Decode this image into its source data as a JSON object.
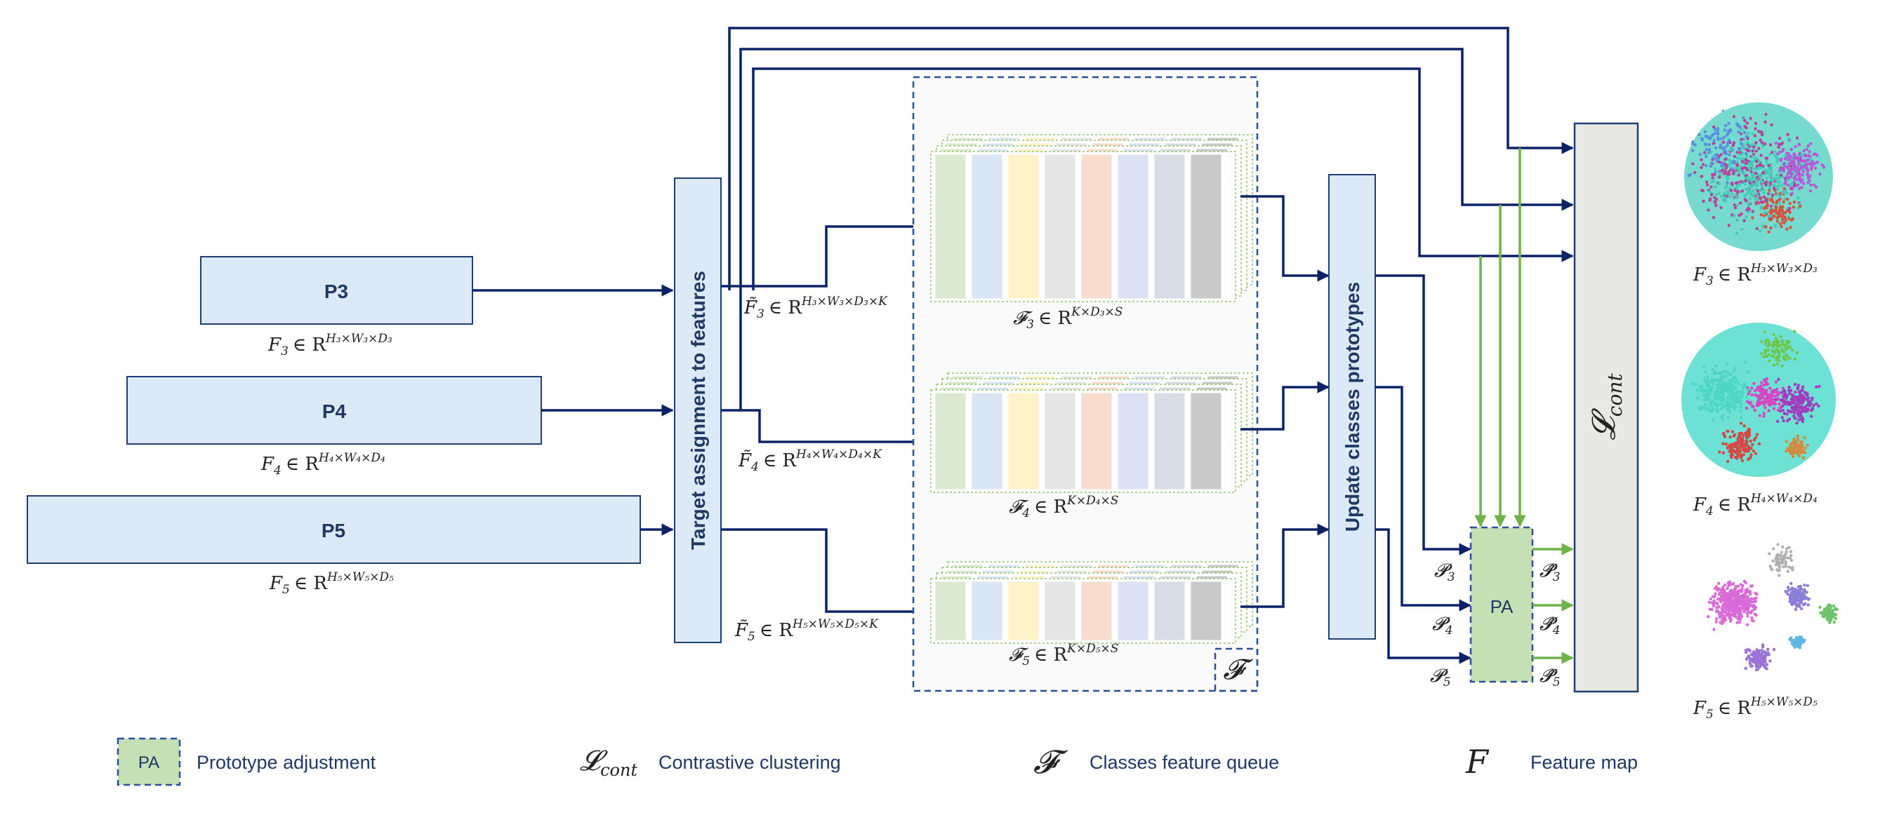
{
  "levels": [
    {
      "block": "P3",
      "feature": "F",
      "feature_sub": "3",
      "feature_set": "∈ R",
      "feature_sup": "H₃×W₃×D₃",
      "tilde": "F̃",
      "tilde_sub": "3",
      "tilde_set": "∈ R",
      "tilde_sup": "H₃×W₃×D₃×K",
      "queue": "𝓕",
      "queue_sub": "3",
      "queue_set": "∈ R",
      "queue_sup": "K×D₃×S",
      "proto": "𝓟",
      "proto_sub": "3",
      "adj": "𝓟̂",
      "adj_sub": "3"
    },
    {
      "block": "P4",
      "feature": "F",
      "feature_sub": "4",
      "feature_set": "∈ R",
      "feature_sup": "H₄×W₄×D₄",
      "tilde": "F̃",
      "tilde_sub": "4",
      "tilde_set": "∈ R",
      "tilde_sup": "H₄×W₄×D₄×K",
      "queue": "𝓕",
      "queue_sub": "4",
      "queue_set": "∈ R",
      "queue_sup": "K×D₄×S",
      "proto": "𝓟",
      "proto_sub": "4",
      "adj": "𝓟̂",
      "adj_sub": "4"
    },
    {
      "block": "P5",
      "feature": "F",
      "feature_sub": "5",
      "feature_set": "∈ R",
      "feature_sup": "H₅×W₅×D₅",
      "tilde": "F̃",
      "tilde_sub": "5",
      "tilde_set": "∈ R",
      "tilde_sup": "H₅×W₅×D₅×K",
      "queue": "𝓕",
      "queue_sub": "5",
      "queue_set": "∈ R",
      "queue_sup": "K×D₅×S",
      "proto": "𝓟",
      "proto_sub": "5",
      "adj": "𝓟̂",
      "adj_sub": "5"
    }
  ],
  "target_assignment": "Target assignment to features",
  "update_prototypes": "Update classes prototypes",
  "pa_label": "PA",
  "loss_symbol": "𝓛",
  "loss_sub": "cont",
  "queue_symbol": "𝓕",
  "queue_colors": [
    "#dbe9d0",
    "#dbe6f4",
    "#fdf2c8",
    "#e6e6e6",
    "#f8dccd",
    "#dce2f3",
    "#d8dde5",
    "#c9c9c9"
  ],
  "colors": {
    "block_fill": "#dce9f6",
    "block_stroke": "#1f3e74",
    "wire": "#0c2266",
    "green_wire": "#6fb24a",
    "pa_fill": "#c5e0b4",
    "loss_fill": "#e8e9e4"
  },
  "tsne": [
    {
      "feature": "F",
      "feature_sub": "3",
      "feature_set": "∈ R",
      "feature_sup": "H₃×W₃×D₃"
    },
    {
      "feature": "F",
      "feature_sub": "4",
      "feature_set": "∈ R",
      "feature_sup": "H₄×W₄×D₄"
    },
    {
      "feature": "F",
      "feature_sub": "5",
      "feature_set": "∈ R",
      "feature_sup": "H₅×W₅×D₅"
    }
  ],
  "legend": [
    {
      "symbol": "PA",
      "text": "Prototype adjustment"
    },
    {
      "symbol": "𝓛",
      "symbol_sub": "cont",
      "text": "Contrastive clustering"
    },
    {
      "symbol": "𝓕",
      "text": "Classes feature queue"
    },
    {
      "symbol": "F",
      "text": "Feature map"
    }
  ]
}
